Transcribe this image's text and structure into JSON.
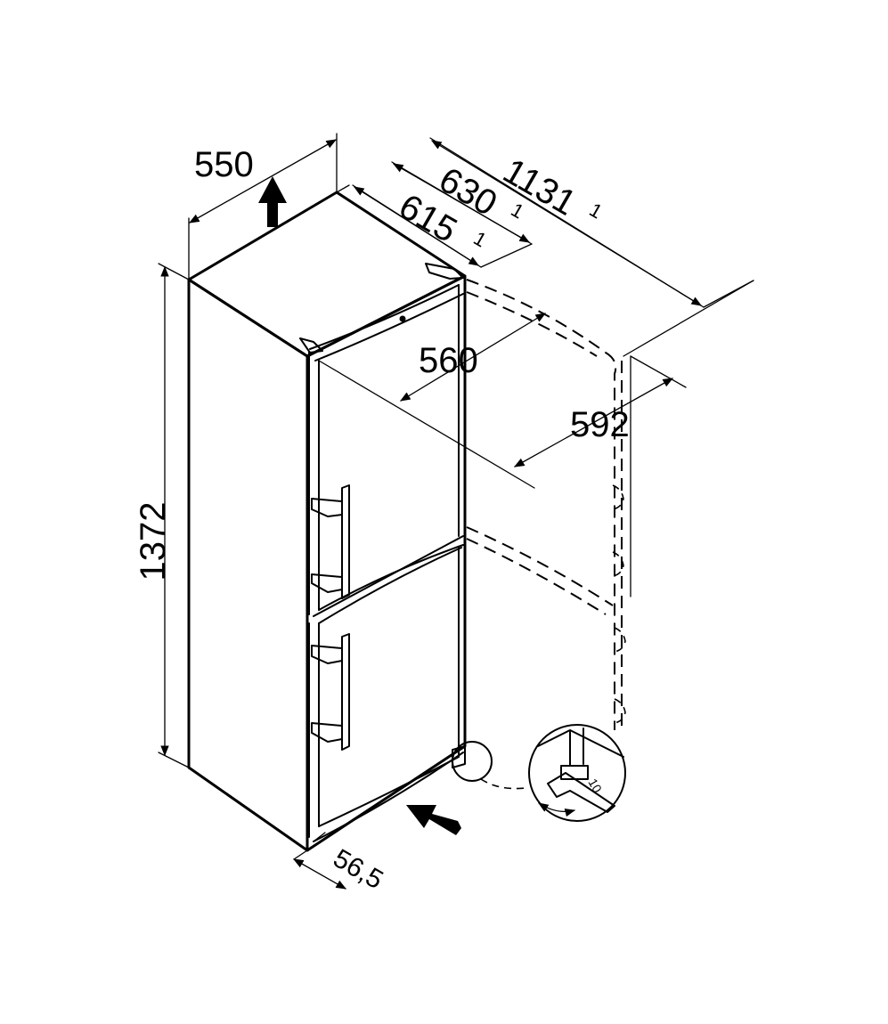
{
  "dimensions": {
    "width": "550",
    "depth_630": "630",
    "depth_615": "615",
    "depth_open": "1131",
    "footnote_mark": "1",
    "handle_depth": "560",
    "door_open_clearance": "592",
    "height": "1372",
    "side_gap": "56,5"
  },
  "wrench": {
    "size_label": "10"
  }
}
